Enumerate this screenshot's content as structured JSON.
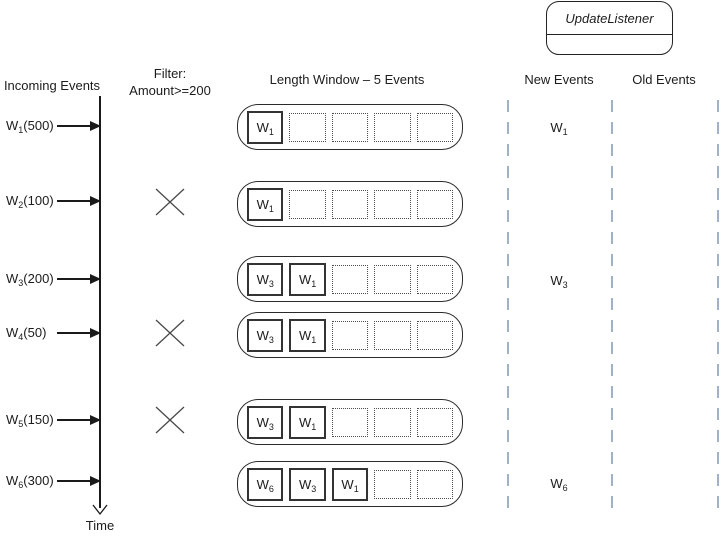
{
  "listener": {
    "title": "UpdateListener"
  },
  "headers": {
    "incoming": "Incoming Events",
    "filter_line1": "Filter:",
    "filter_line2": "Amount>=200",
    "window": "Length Window – 5 Events",
    "new_events": "New Events",
    "old_events": "Old Events"
  },
  "timeline": {
    "label": "Time"
  },
  "colors": {
    "line": "#1a1a1a",
    "separator": "#a3b1c6"
  },
  "rows": [
    {
      "event": {
        "base": "W",
        "sub": "1",
        "value": "(500)"
      },
      "filtered": false,
      "window": {
        "filled": [
          {
            "base": "W",
            "sub": "1"
          }
        ],
        "empty_slots": 4
      },
      "new_event": {
        "base": "W",
        "sub": "1"
      }
    },
    {
      "event": {
        "base": "W",
        "sub": "2",
        "value": "(100)"
      },
      "filtered": true,
      "window": {
        "filled": [
          {
            "base": "W",
            "sub": "1"
          }
        ],
        "empty_slots": 4
      },
      "new_event": null
    },
    {
      "event": {
        "base": "W",
        "sub": "3",
        "value": "(200)"
      },
      "filtered": false,
      "window": {
        "filled": [
          {
            "base": "W",
            "sub": "3"
          },
          {
            "base": "W",
            "sub": "1"
          }
        ],
        "empty_slots": 3
      },
      "new_event": {
        "base": "W",
        "sub": "3"
      }
    },
    {
      "event": {
        "base": "W",
        "sub": "4",
        "value": "(50)"
      },
      "filtered": true,
      "window": {
        "filled": [
          {
            "base": "W",
            "sub": "3"
          },
          {
            "base": "W",
            "sub": "1"
          }
        ],
        "empty_slots": 3
      },
      "new_event": null
    },
    {
      "event": {
        "base": "W",
        "sub": "5",
        "value": "(150)"
      },
      "filtered": true,
      "window": {
        "filled": [
          {
            "base": "W",
            "sub": "3"
          },
          {
            "base": "W",
            "sub": "1"
          }
        ],
        "empty_slots": 3
      },
      "new_event": null
    },
    {
      "event": {
        "base": "W",
        "sub": "6",
        "value": "(300)"
      },
      "filtered": false,
      "window": {
        "filled": [
          {
            "base": "W",
            "sub": "6"
          },
          {
            "base": "W",
            "sub": "3"
          },
          {
            "base": "W",
            "sub": "1"
          }
        ],
        "empty_slots": 2
      },
      "new_event": {
        "base": "W",
        "sub": "6"
      }
    }
  ]
}
